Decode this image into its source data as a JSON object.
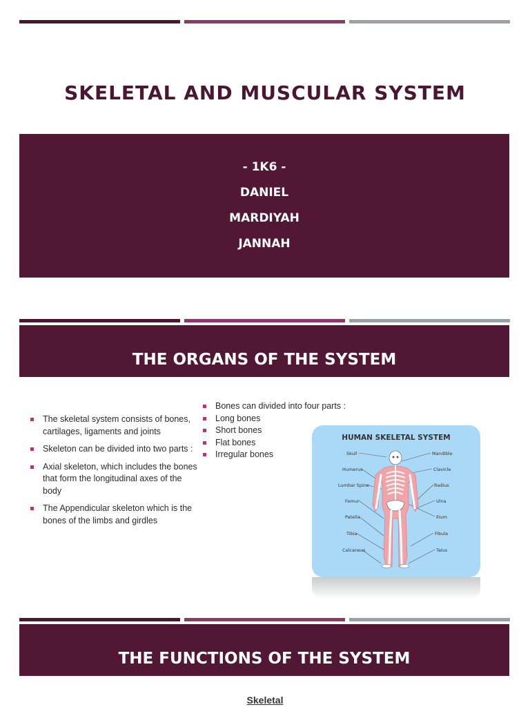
{
  "slide1": {
    "title": "SKELETAL AND MUSCULAR SYSTEM",
    "class": "- 1K6 -",
    "names": [
      "DANIEL",
      "MARDIYAH",
      "JANNAH"
    ]
  },
  "slide2": {
    "title": "THE ORGANS OF THE SYSTEM",
    "left_bullets": [
      "The skeletal system consists of bones, cartilages, ligaments and joints",
      "Skeleton can be divided into two parts :",
      "Axial skeleton, which includes the bones that form the longitudinal axes of the body",
      "The Appendicular skeleton which is the bones of the limbs and girdles"
    ],
    "right_bullets": [
      "Bones can divided into four parts :",
      "Long bones",
      "Short bones",
      "Flat bones",
      "Irregular bones"
    ],
    "figure": {
      "title": "HUMAN SKELETAL SYSTEM",
      "left_labels": [
        "Skull",
        "Humerus",
        "Lumbar Spine",
        "Femur",
        "Patella",
        "Tibia",
        "Calcaneus"
      ],
      "right_labels": [
        "Mandible",
        "Clavicle",
        "Radius",
        "Ulna",
        "Ilium",
        "Fibula",
        "Talus"
      ]
    }
  },
  "slide3": {
    "title": "THE FUNCTIONS OF THE SYSTEM",
    "subheading": "Skeletal"
  },
  "colors": {
    "maroon": "#521735",
    "plum": "#8e3a68",
    "grey": "#9aa0a8",
    "figure_bg": "#a9d9f7"
  }
}
